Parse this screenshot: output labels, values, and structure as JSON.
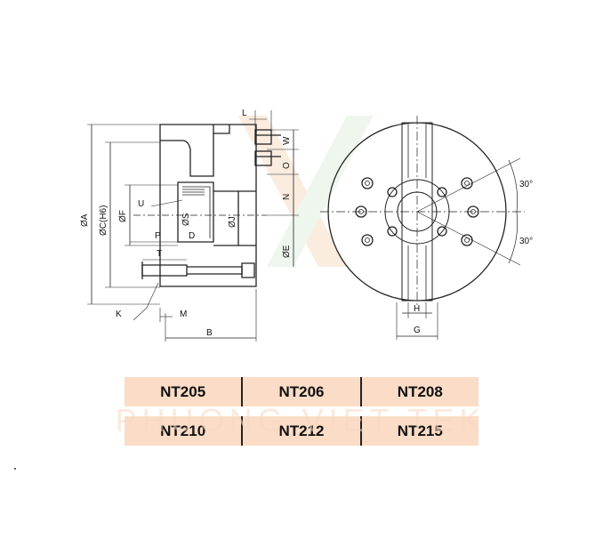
{
  "labels": {
    "L": "L",
    "W": "W",
    "O": "O",
    "N": "N",
    "E": "ØE",
    "A": "ØA",
    "C": "ØC(H6)",
    "F": "ØF",
    "U": "U",
    "S": "ØS",
    "J": "ØJ",
    "P": "P",
    "D": "D",
    "T": "T",
    "K": "K",
    "M": "M",
    "B": "B",
    "H": "H",
    "G": "G",
    "angle_top": "30°",
    "angle_bottom": "30°"
  },
  "models": [
    [
      "NT205",
      "NT206",
      "NT208"
    ],
    [
      "NT210",
      "NT212",
      "NT215"
    ]
  ],
  "watermark": "PHUONG VIET TEK",
  "colors": {
    "row_shade": "#fbdcc6",
    "watermark": "#f5d9c4",
    "line": "#222222"
  }
}
